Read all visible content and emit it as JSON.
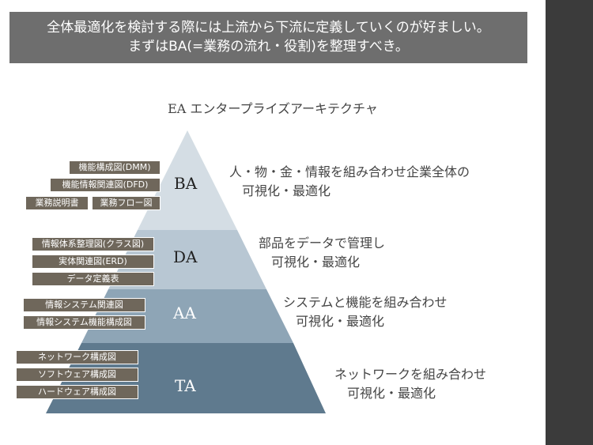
{
  "header": {
    "line1": "全体最適化を検討する際には上流から下流に定義していくのが好ましい。",
    "line2": "まずはBA(=業務の流れ・役割)を整理すべき。"
  },
  "title": "EA エンタープライズアーキテクチャ",
  "layers": [
    {
      "label": "BA",
      "color": "#d4dde4",
      "desc": [
        "人・物・金・情報を組み合わせ企業全体の",
        "可視化・最適化"
      ],
      "tags": [
        "機能構成図(DMM)",
        "機能情報関連図(DFD)",
        "業務説明書",
        "業務フロー図"
      ]
    },
    {
      "label": "DA",
      "color": "#b8c7d3",
      "desc": [
        "部品をデータで管理し",
        "可視化・最適化"
      ],
      "tags": [
        "情報体系整理図(クラス図)",
        "実体関連図(ERD)",
        "データ定義表"
      ]
    },
    {
      "label": "AA",
      "color": "#8ea5b6",
      "desc": [
        "システムと機能を組み合わせ",
        "可視化・最適化"
      ],
      "tags": [
        "情報システム関連図",
        "情報システム機能構成図"
      ]
    },
    {
      "label": "TA",
      "color": "#5f7a8e",
      "desc": [
        "ネットワークを組み合わせ",
        "可視化・最適化"
      ],
      "tags": [
        "ネットワーク構成図",
        "ソフトウェア構成図",
        "ハードウェア構成図"
      ]
    }
  ]
}
